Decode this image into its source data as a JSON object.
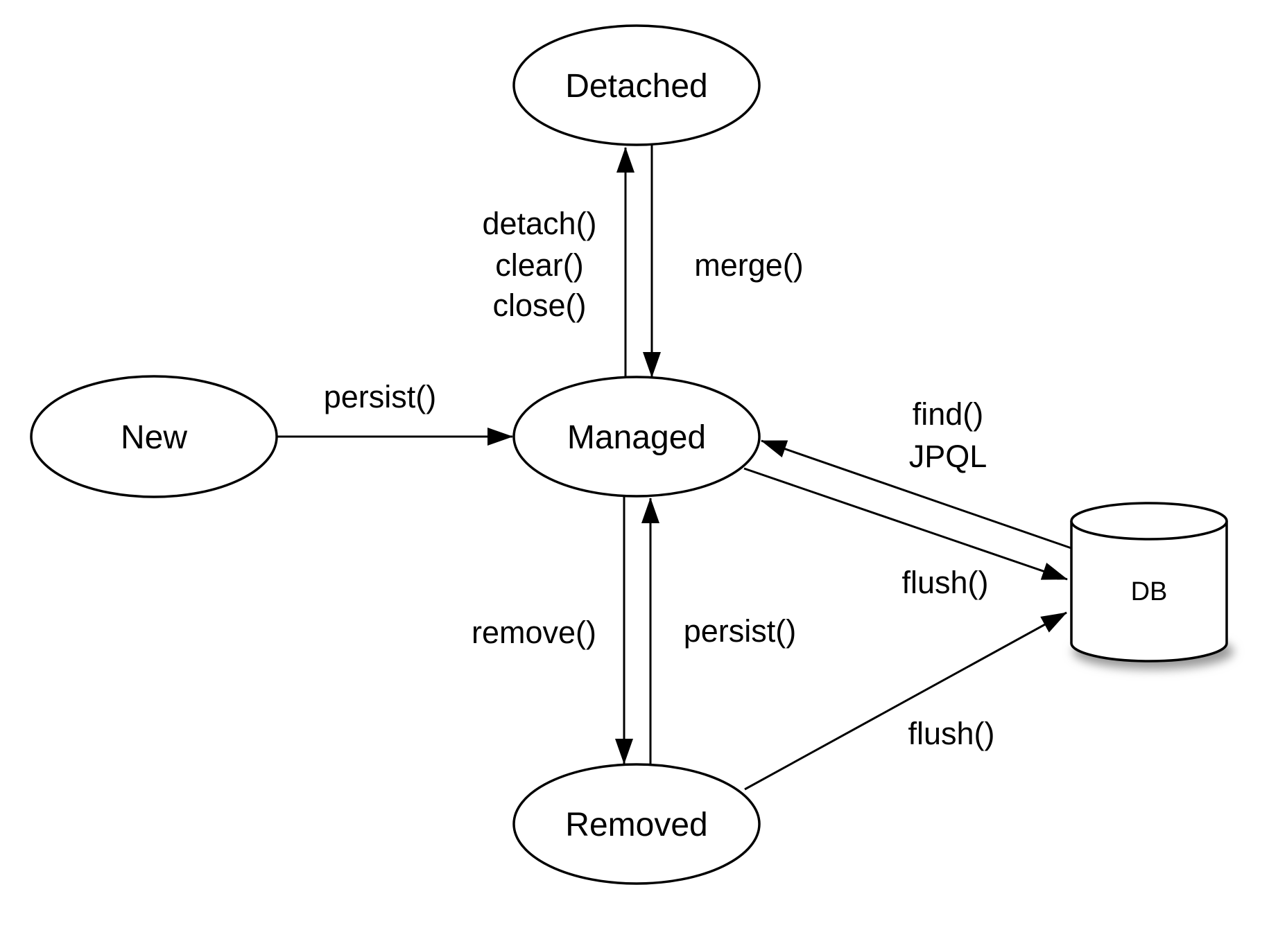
{
  "diagram": {
    "description": "JPA entity lifecycle state diagram",
    "background": "#ffffff",
    "stroke_color": "#000000",
    "node_fill": "#ffffff",
    "nodes": {
      "detached": {
        "label": "Detached",
        "shape": "ellipse"
      },
      "new": {
        "label": "New",
        "shape": "ellipse"
      },
      "managed": {
        "label": "Managed",
        "shape": "ellipse"
      },
      "removed": {
        "label": "Removed",
        "shape": "ellipse"
      },
      "db": {
        "label": "DB",
        "shape": "cylinder"
      }
    },
    "edges": {
      "new_to_managed": {
        "from": "New",
        "to": "Managed",
        "label": "persist()"
      },
      "managed_to_detached": {
        "from": "Managed",
        "to": "Detached",
        "label_lines": [
          "detach()",
          "clear()",
          "close()"
        ]
      },
      "detached_to_managed": {
        "from": "Detached",
        "to": "Managed",
        "label": "merge()"
      },
      "managed_to_removed": {
        "from": "Managed",
        "to": "Removed",
        "label": "remove()"
      },
      "removed_to_managed": {
        "from": "Removed",
        "to": "Managed",
        "label": "persist()"
      },
      "db_to_managed": {
        "from": "DB",
        "to": "Managed",
        "label_lines": [
          "find()",
          "JPQL"
        ]
      },
      "managed_to_db": {
        "from": "Managed",
        "to": "DB",
        "label": "flush()"
      },
      "removed_to_db": {
        "from": "Removed",
        "to": "DB",
        "label": "flush()"
      }
    }
  }
}
